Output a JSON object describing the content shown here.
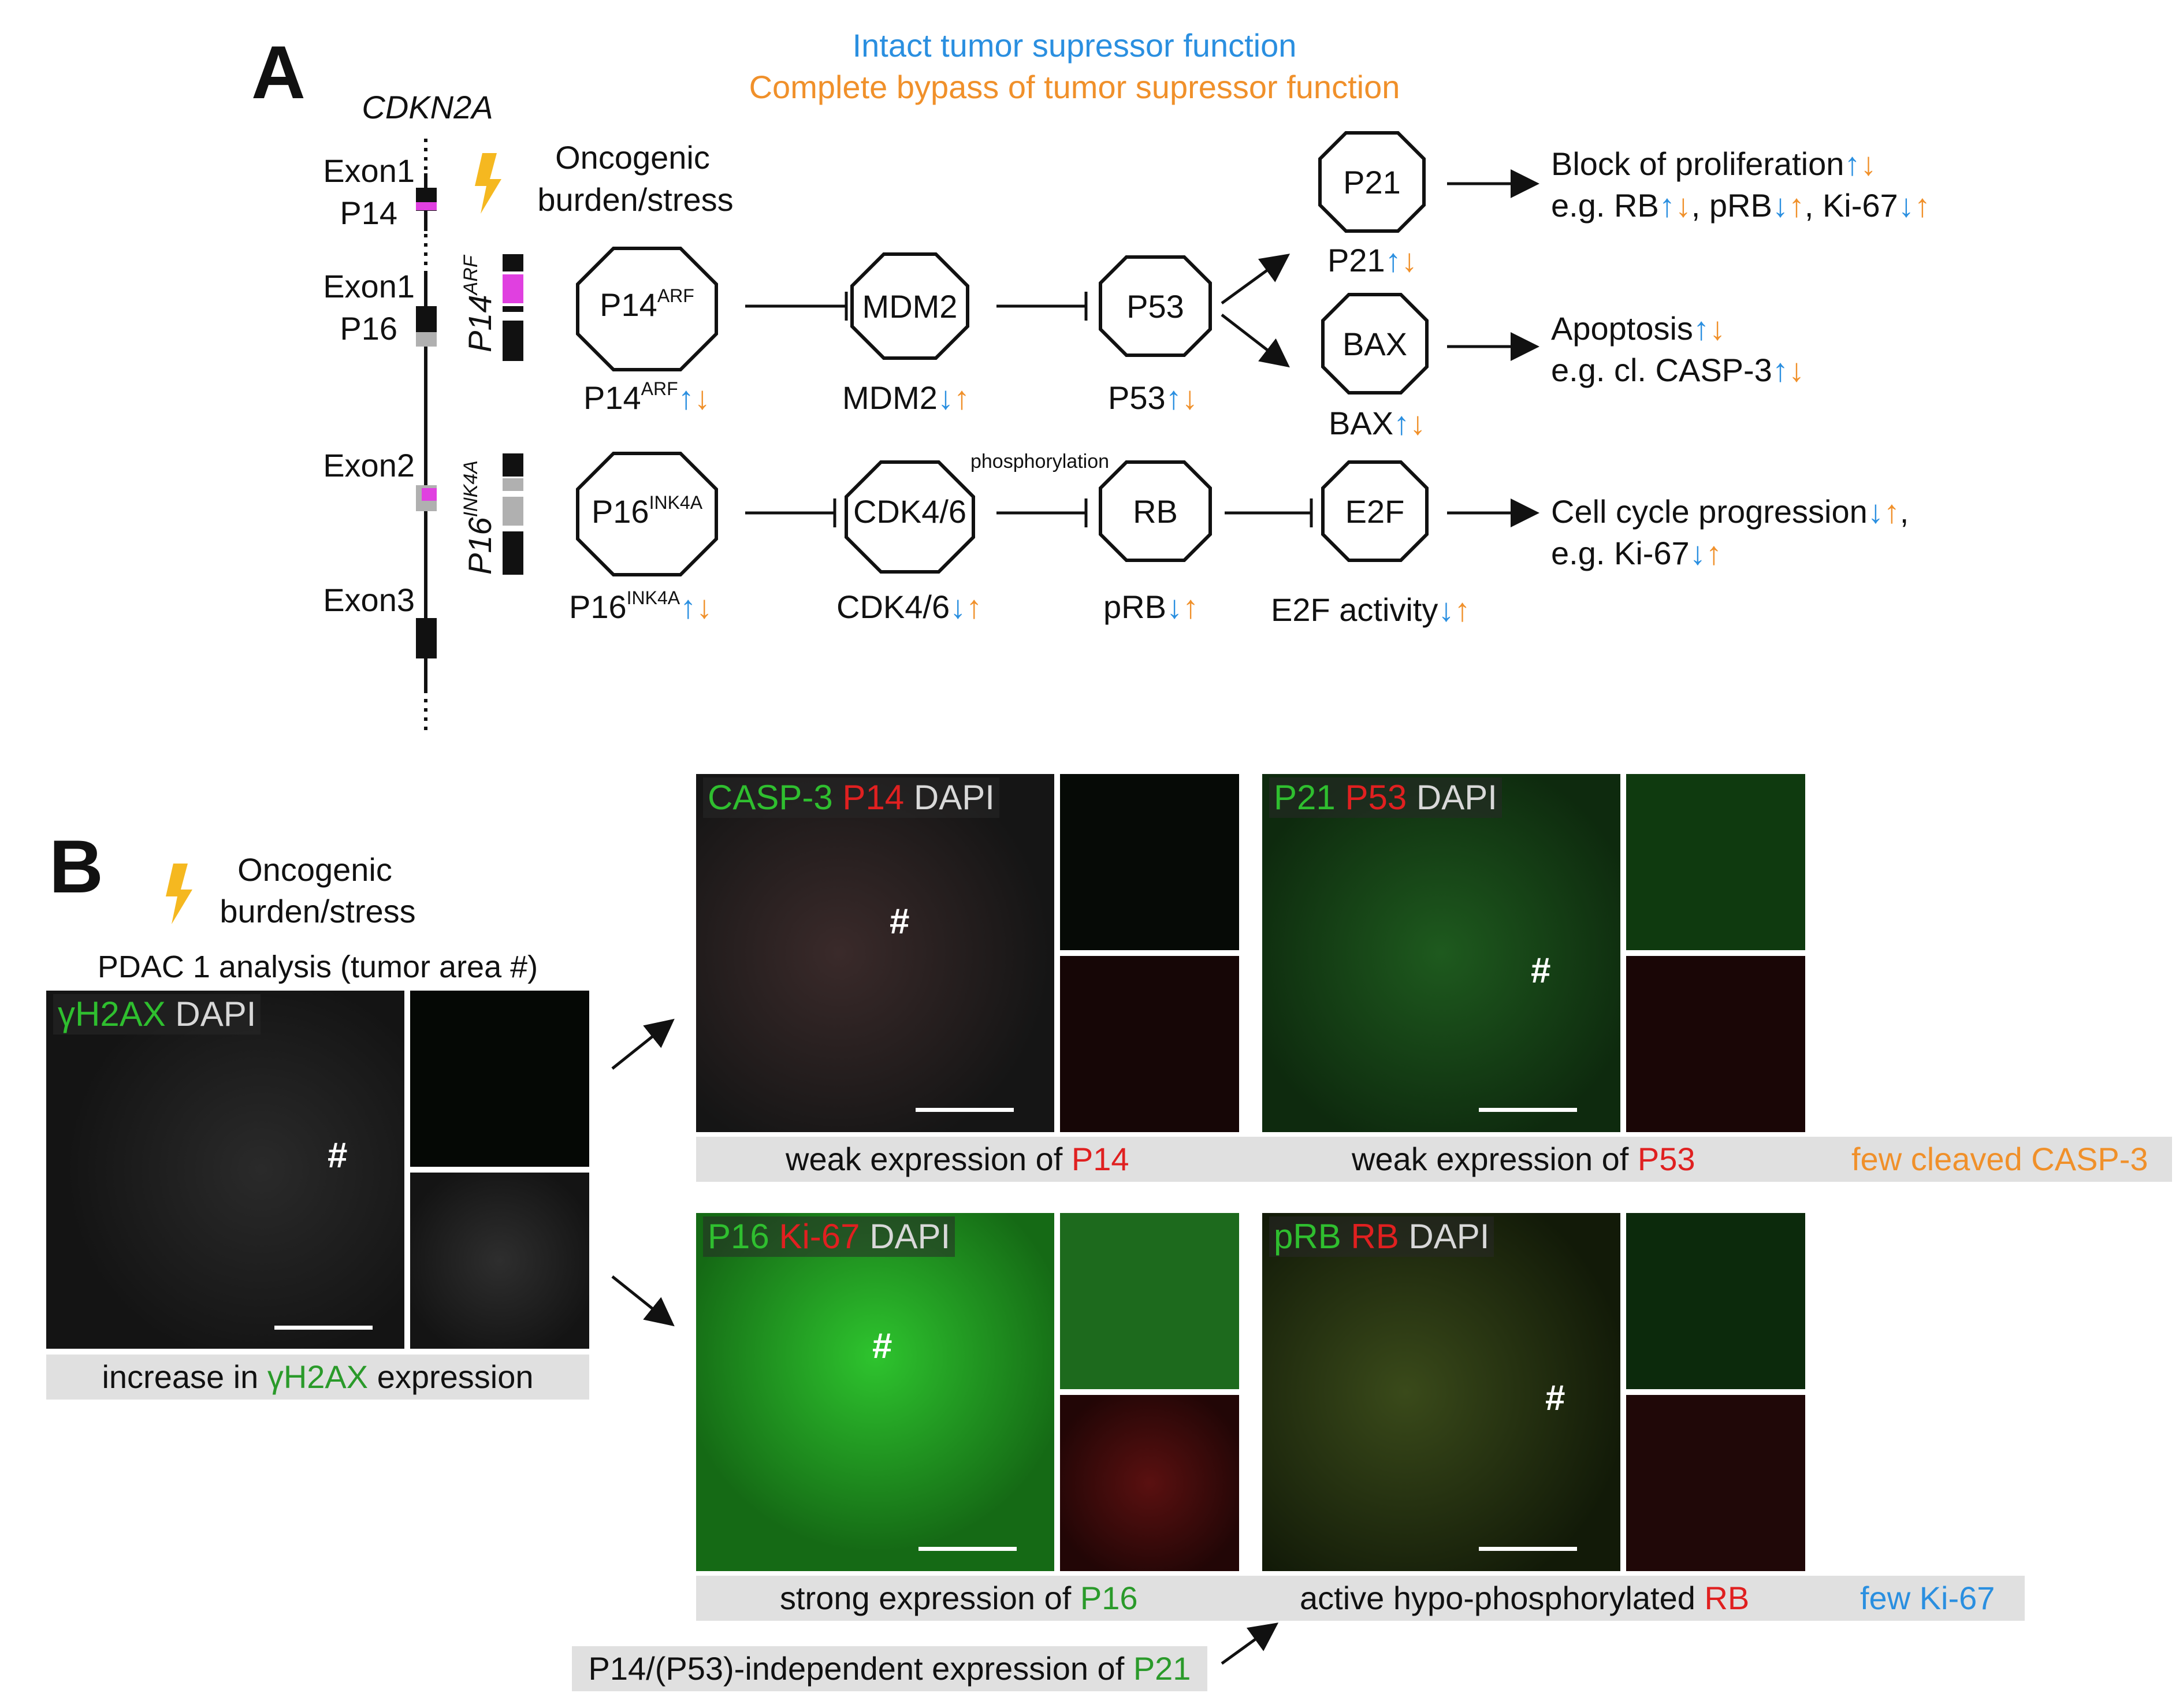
{
  "colors": {
    "intact": "#2a8fe0",
    "bypass": "#f0902a",
    "green": "#2a9a2a",
    "red": "#e02020",
    "bolt": "#f5b820",
    "bar": "#e0e0e0"
  },
  "panelA": {
    "letter": "A",
    "legend_intact": "Intact tumor supressor function",
    "legend_bypass": "Complete bypass of tumor supressor function",
    "gene": "CDKN2A",
    "exon1a": "Exon1",
    "p14": "P14",
    "exon1b": "Exon1",
    "p16": "P16",
    "exon2": "Exon2",
    "exon3": "Exon3",
    "transcript_p14": "P14",
    "transcript_p14_sup": "ARF",
    "transcript_p16": "P16",
    "transcript_p16_sup": "INK4A",
    "stress_line1": "Oncogenic",
    "stress_line2": "burden/stress",
    "node_p14": "P14",
    "node_p14_sup": "ARF",
    "node_mdm2": "MDM2",
    "node_p53": "P53",
    "node_p21": "P21",
    "node_bax": "BAX",
    "node_p16": "P16",
    "node_p16_sup": "INK4A",
    "node_cdk": "CDK4/6",
    "node_rb": "RB",
    "node_e2f": "E2F",
    "phospho": "phosphorylation",
    "lab_p14": "P14",
    "lab_p14_sup": "ARF",
    "lab_mdm2": "MDM2",
    "lab_p53": "P53",
    "lab_p21": "P21",
    "lab_bax": "BAX",
    "lab_p16": "P16",
    "lab_p16_sup": "INK4A",
    "lab_cdk": "CDK4/6",
    "lab_prb": "pRB",
    "lab_e2f": "E2F activity",
    "out1_line1": "Block of proliferation",
    "out1_line2a": "e.g. RB",
    "out1_line2b": ", pRB",
    "out1_line2c": ", Ki-67",
    "out2_line1": "Apoptosis",
    "out2_line2": "e.g. cl. CASP-3",
    "out3_line1": "Cell cycle progression",
    "out3_line2": "e.g. Ki-67",
    "comma": ","
  },
  "panelB": {
    "letter": "B",
    "stress_line1": "Oncogenic",
    "stress_line2": "burden/stress",
    "analysis_title": "PDAC 1 analysis (tumor area #)",
    "hash": "#",
    "gh2ax": {
      "m1": "γH2AX",
      "m2": " DAPI"
    },
    "casp": {
      "m1": "CASP-3 ",
      "m2": "P14 ",
      "m3": "DAPI"
    },
    "p21": {
      "m1": "P21 ",
      "m2": "P53 ",
      "m3": "DAPI"
    },
    "p16": {
      "m1": "P16 ",
      "m2": "Ki-67 ",
      "m3": "DAPI"
    },
    "prb": {
      "m1": "pRB ",
      "m2": "RB ",
      "m3": "DAPI"
    },
    "cap_gh2ax": {
      "a": "increase in ",
      "b": "γH2AX",
      "c": " expression"
    },
    "cap_p14": {
      "a": "weak expression of ",
      "b": "P14"
    },
    "cap_p53": {
      "a": "weak expression of ",
      "b": "P53"
    },
    "cap_casp": "few cleaved CASP-3",
    "cap_p16": {
      "a": "strong expression of ",
      "b": "P16"
    },
    "cap_rb": {
      "a": "active hypo-phosphorylated ",
      "b": "RB"
    },
    "cap_ki67": "few Ki-67",
    "cap_p21": {
      "a": "P14/(P53)-independent expression of ",
      "b": "P21"
    }
  }
}
